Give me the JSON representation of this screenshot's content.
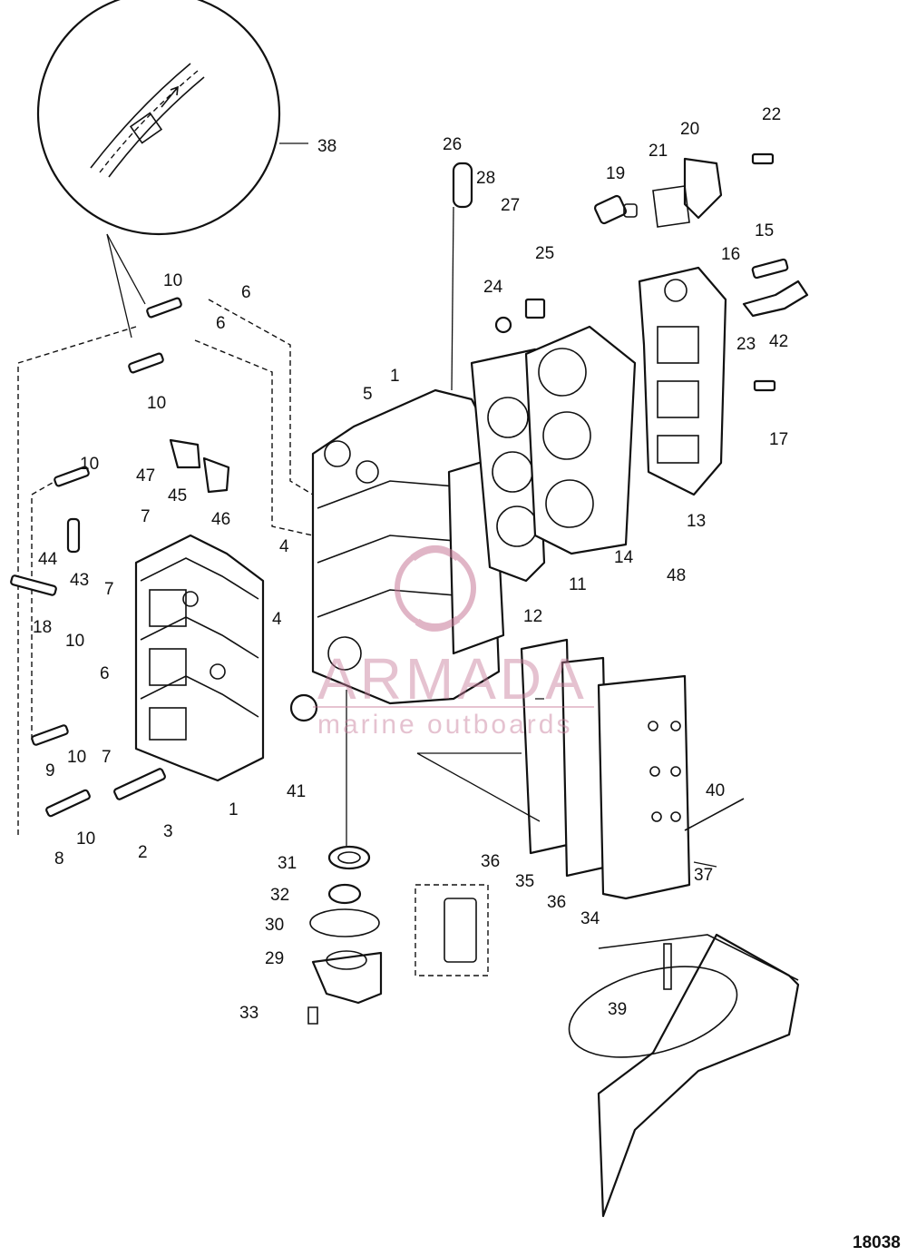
{
  "watermark": {
    "brand": "ARMADA",
    "tagline": "marine outboards",
    "color": "#c77a98"
  },
  "figure_id": "18038",
  "callouts": [
    "1",
    "1",
    "2",
    "3",
    "4",
    "4",
    "5",
    "6",
    "6",
    "6",
    "7",
    "7",
    "7",
    "8",
    "9",
    "10",
    "10",
    "10",
    "10",
    "10",
    "10",
    "11",
    "12",
    "13",
    "14",
    "15",
    "16",
    "17",
    "18",
    "19",
    "20",
    "21",
    "22",
    "23",
    "24",
    "25",
    "26",
    "27",
    "28",
    "29",
    "30",
    "31",
    "32",
    "33",
    "34",
    "35",
    "36",
    "36",
    "37",
    "38",
    "39",
    "40",
    "41",
    "42",
    "43",
    "44",
    "45",
    "46",
    "47",
    "48"
  ]
}
